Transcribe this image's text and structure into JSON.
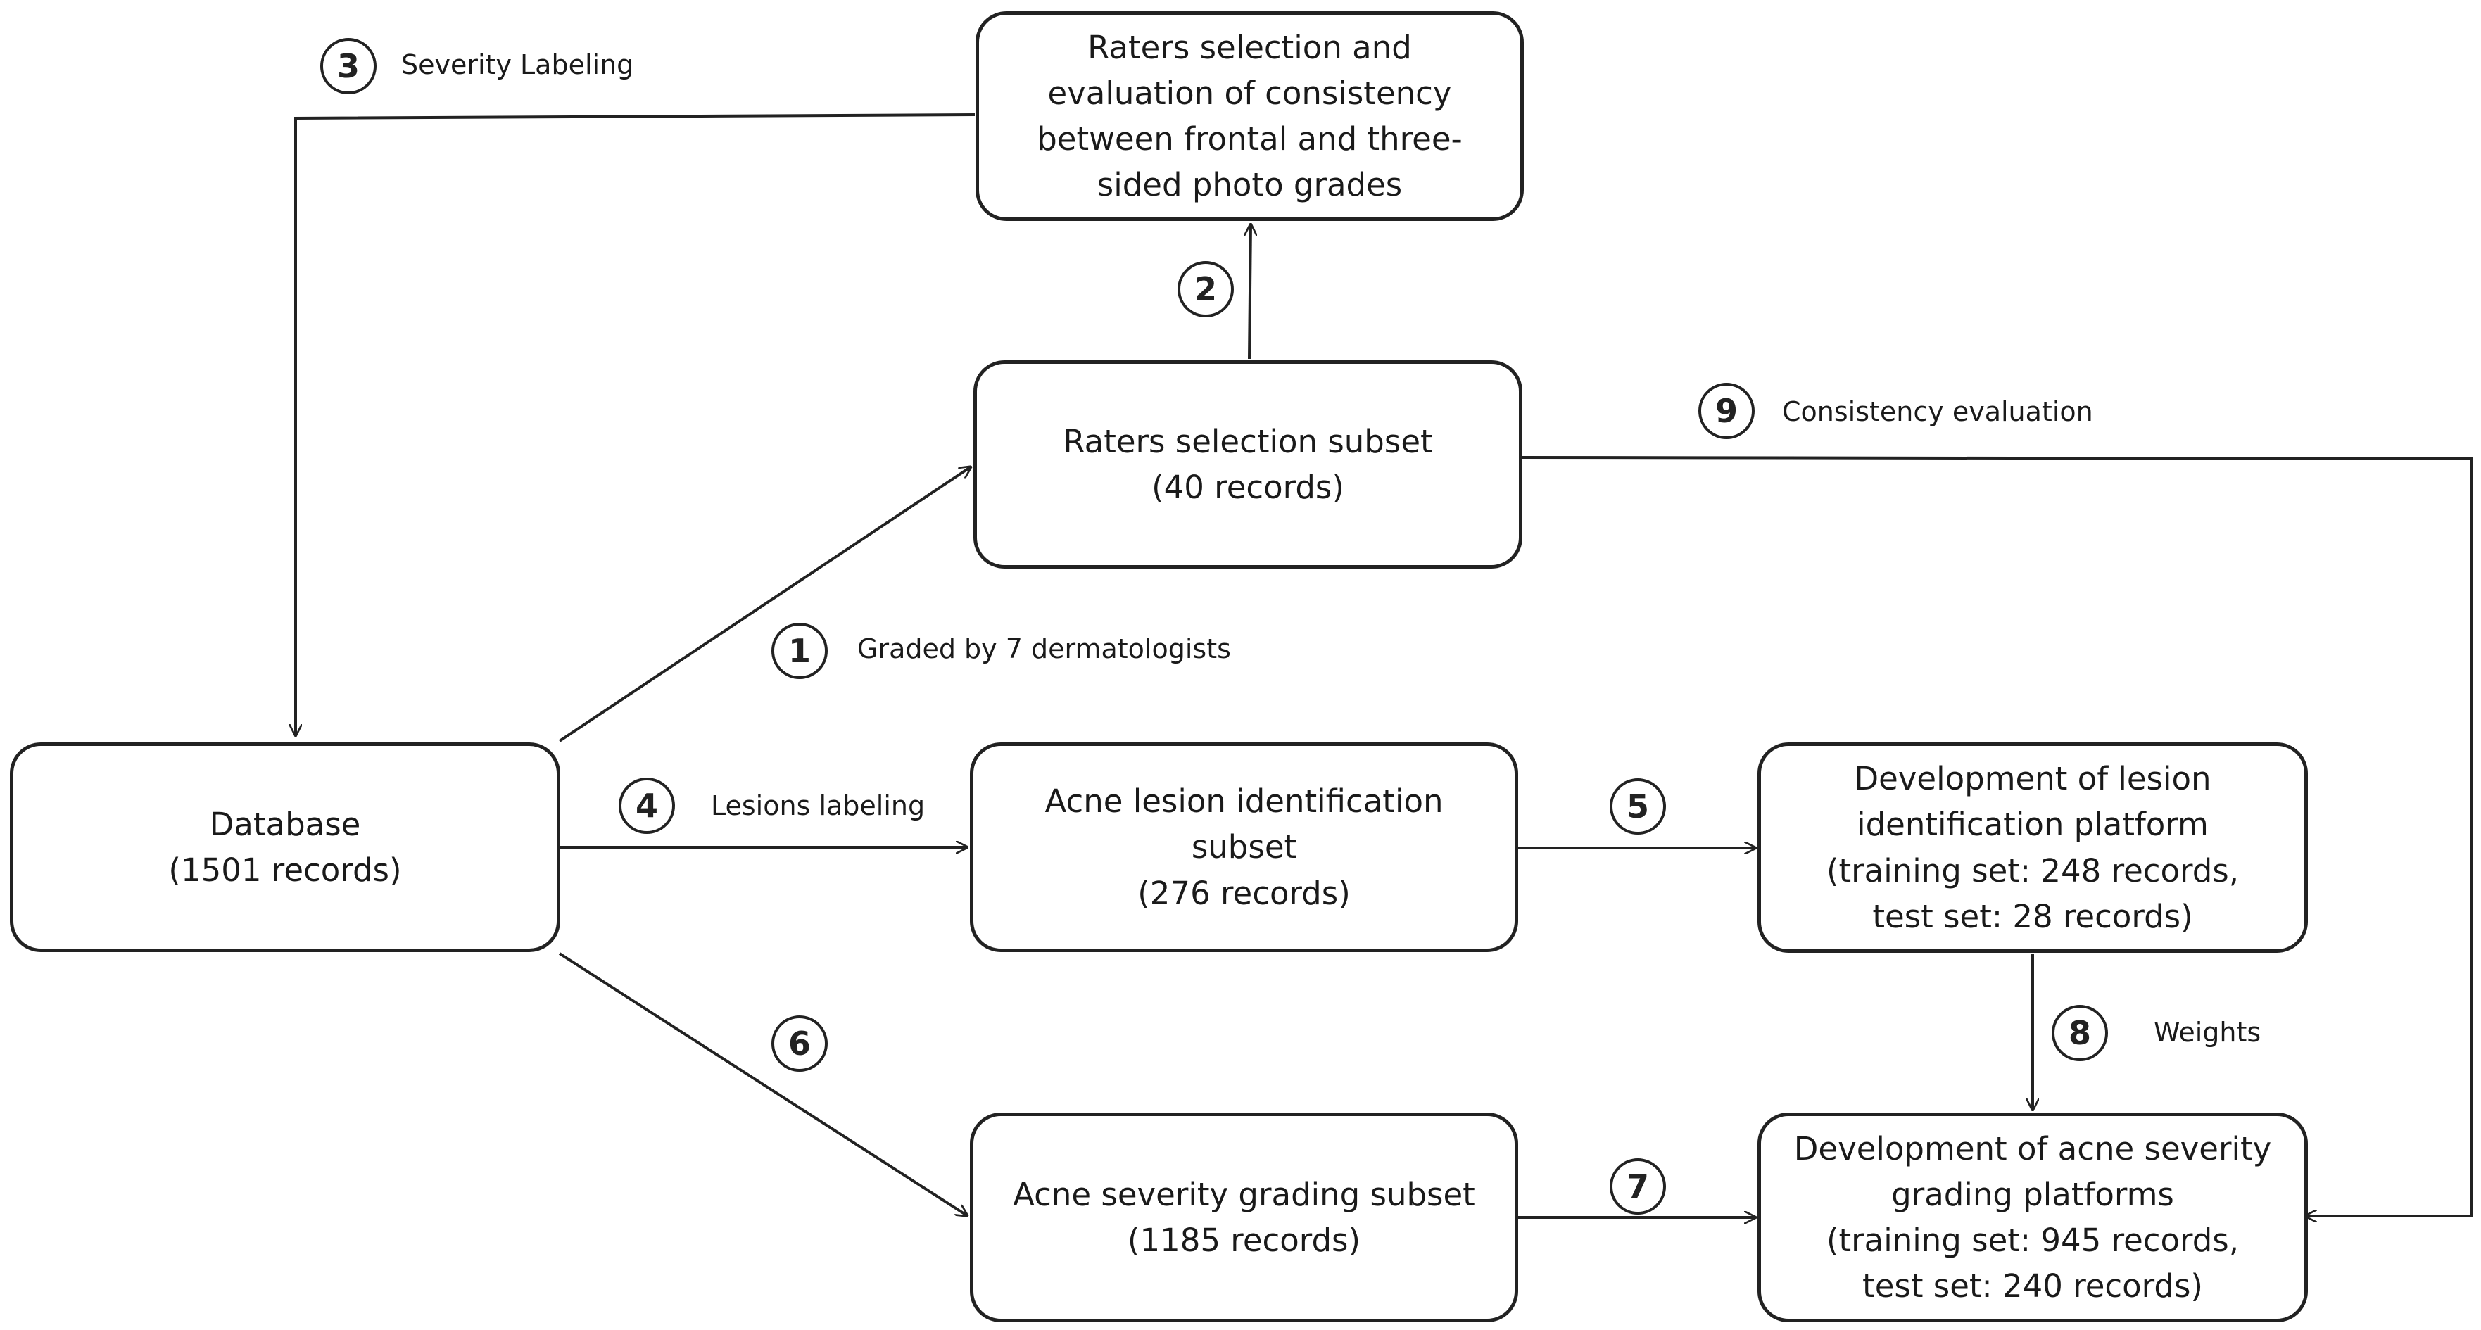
{
  "nodes": {
    "raters_eval": {
      "lines": [
        "Raters selection and",
        "evaluation of consistency",
        "between frontal and three-",
        "sided photo grades"
      ]
    },
    "raters_subset": {
      "lines": [
        "Raters selection subset",
        "(40 records)"
      ]
    },
    "database": {
      "lines": [
        "Database",
        "(1501 records)"
      ]
    },
    "lesion_subset": {
      "lines": [
        "Acne lesion identification",
        "subset",
        "(276 records)"
      ]
    },
    "lesion_platform": {
      "lines": [
        "Development of lesion",
        "identification platform",
        "(training set: 248 records,",
        "test set: 28 records)"
      ]
    },
    "severity_subset": {
      "lines": [
        "Acne severity grading subset",
        "(1185 records)"
      ]
    },
    "severity_platform": {
      "lines": [
        "Development of acne severity",
        "grading platforms",
        "(training set: 945 records,",
        "test set: 240 records)"
      ]
    }
  },
  "steps": [
    {
      "number": "1",
      "label": "Graded by 7 dermatologists"
    },
    {
      "number": "2",
      "label": ""
    },
    {
      "number": "3",
      "label": "Severity Labeling"
    },
    {
      "number": "4",
      "label": "Lesions  labeling"
    },
    {
      "number": "5",
      "label": ""
    },
    {
      "number": "6",
      "label": ""
    },
    {
      "number": "7",
      "label": ""
    },
    {
      "number": "8",
      "label": "Weights"
    },
    {
      "number": "9",
      "label": "Consistency evaluation"
    }
  ]
}
